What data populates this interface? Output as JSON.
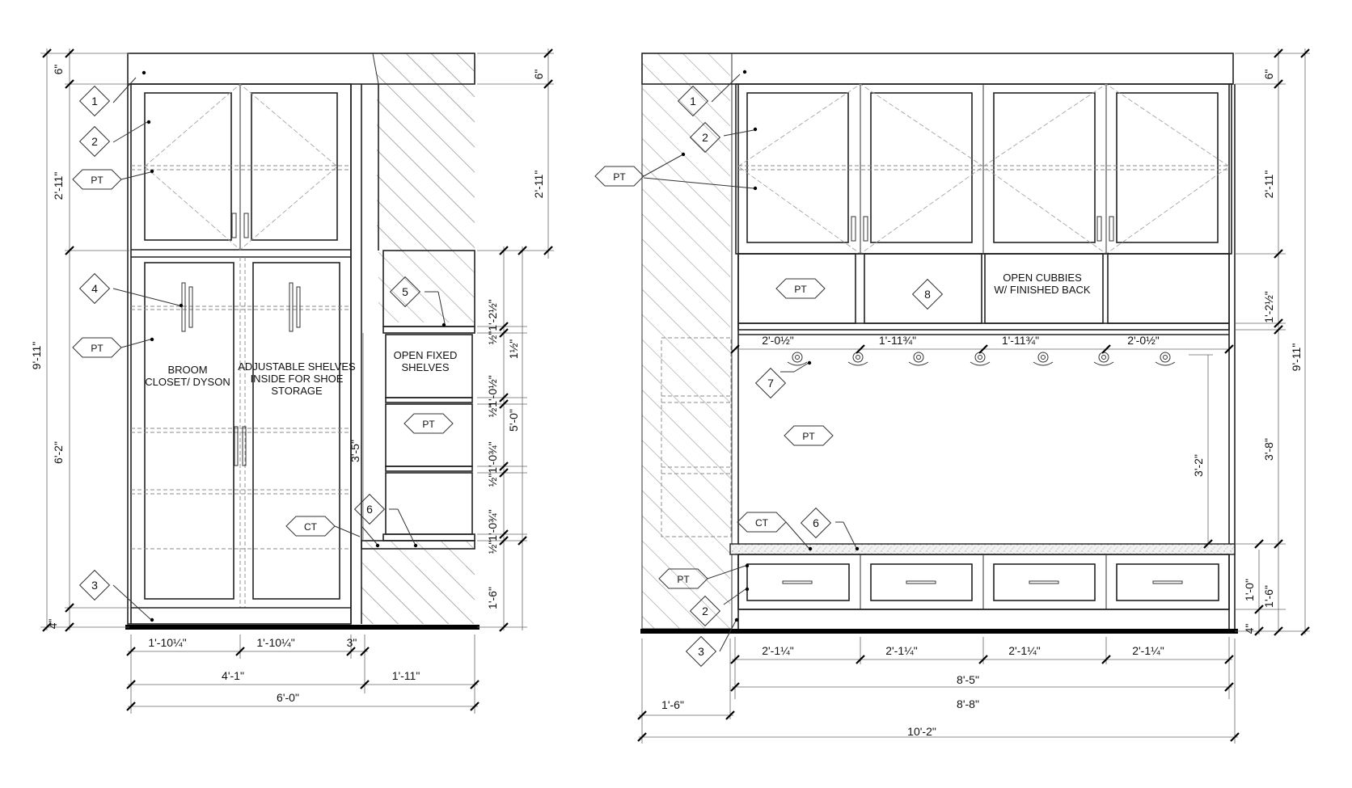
{
  "left_elevation": {
    "dims_left": {
      "top": "6\"",
      "upper": "2'-11\"",
      "lower": "6'-2\"",
      "base": "4\"",
      "overall": "9'-11\""
    },
    "dims_right": {
      "top": "6\"",
      "upper": "2'-11\"",
      "a": "1'-2½\"",
      "b": "½\"",
      "c": "1½\"",
      "d": "1'-0½\"",
      "e": "½\"",
      "f": "1'-0¾\"",
      "g": "½\"",
      "h": "1'-0¾\"",
      "i": "½\"",
      "bottom": "1'-6\"",
      "overall": "5'-0\""
    },
    "dims_bottom": {
      "w1": "1'-10¼\"",
      "w2": "1'-10¼\"",
      "w3": "3\"",
      "total_cab": "4'-1\"",
      "side": "1'-11\"",
      "overall": "6'-0\""
    },
    "dim_height": "3'-5\"",
    "labels": {
      "broom": "BROOM\nCLOSET/ DYSON",
      "shelves": "ADJUSTABLE SHELVES\nINSIDE FOR SHOE\nSTORAGE",
      "open": "OPEN FIXED\nSHELVES"
    },
    "tags": [
      "1",
      "2",
      "PT",
      "4",
      "PT",
      "3",
      "5",
      "PT",
      "6",
      "CT"
    ]
  },
  "right_elevation": {
    "dims_right": {
      "top": "6\"",
      "upper": "2'-11\"",
      "cubby": "1'-2½\"",
      "bench_open": "3'-8\"",
      "lower": "1'-6\"",
      "drawer": "1'-0\"",
      "base": "4\"",
      "overall": "9'-11\""
    },
    "dims_top_row": [
      "2'-0½\"",
      "1'-11¾\"",
      "1'-11¾\"",
      "2'-0½\""
    ],
    "dims_bottom_row": [
      "2'-1¼\"",
      "2'-1¼\"",
      "2'-1¼\"",
      "2'-1¼\""
    ],
    "dims_overall": {
      "inside": "8'-5\"",
      "cab": "8'-8\"",
      "wall": "1'-6\"",
      "total": "10'-2\""
    },
    "dim_open": "3'-2\"",
    "labels": {
      "cubbies": "OPEN CUBBIES\nW/ FINISHED BACK"
    },
    "tags": [
      "1",
      "2",
      "PT",
      "PT",
      "8",
      "7",
      "PT",
      "CT",
      "6",
      "PT",
      "2",
      "3"
    ]
  },
  "colors": {
    "line": "#222222",
    "floor": "#000000",
    "hatch": "#9a9a9a"
  }
}
